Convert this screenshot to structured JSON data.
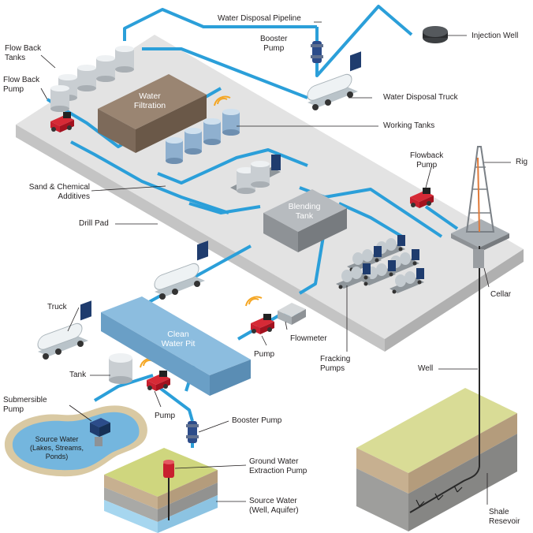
{
  "labels": {
    "water_disposal_pipeline": "Water Disposal Pipeline",
    "booster_pump_top": [
      "Booster",
      "Pump"
    ],
    "injection_well": "Injection Well",
    "flow_back_tanks": [
      "Flow Back",
      "Tanks"
    ],
    "flow_back_pump": [
      "Flow Back",
      "Pump"
    ],
    "water_filtration": [
      "Water",
      "Filtration"
    ],
    "water_disposal_truck": "Water Disposal Truck",
    "working_tanks": "Working Tanks",
    "flowback_pump": [
      "Flowback",
      "Pump"
    ],
    "rig": "Rig",
    "sand_chemical": [
      "Sand & Chemical",
      "Additives"
    ],
    "blending_tank": [
      "Blending",
      "Tank"
    ],
    "drill_pad": "Drill Pad",
    "cellar": "Cellar",
    "truck": "Truck",
    "clean_water_pit": [
      "Clean",
      "Water Pit"
    ],
    "flowmeter": "Flowmeter",
    "pump_right": "Pump",
    "fracking_pumps": [
      "Fracking",
      "Pumps"
    ],
    "tank": "Tank",
    "well": "Well",
    "submersible_pump": [
      "Submersible",
      "Pump"
    ],
    "pump_lower": "Pump",
    "booster_pump_lower": "Booster Pump",
    "source_water_pond": [
      "Source Water",
      "(Lakes, Streams,",
      "Ponds)"
    ],
    "ground_water_pump": [
      "Ground Water",
      "Extraction Pump"
    ],
    "source_water_aquifer": [
      "Source Water",
      "(Well, Aquifer)"
    ],
    "shale_reservoir": [
      "Shale",
      "Resevoir"
    ]
  },
  "colors": {
    "pipe": "#2b9fd9",
    "pad_top": "#e0e0e0",
    "pad_side": "#c2c2c2",
    "pit": "#7fb4d8",
    "filtration": "#7d6a5a",
    "blending": "#8e9296",
    "pump_red": "#c8202f",
    "cab_blue": "#1f3c6e",
    "grass": "#d3d98a",
    "soil": "#c9b79b",
    "rock": "#9a9a98",
    "aquifer": "#9fd0ea"
  }
}
